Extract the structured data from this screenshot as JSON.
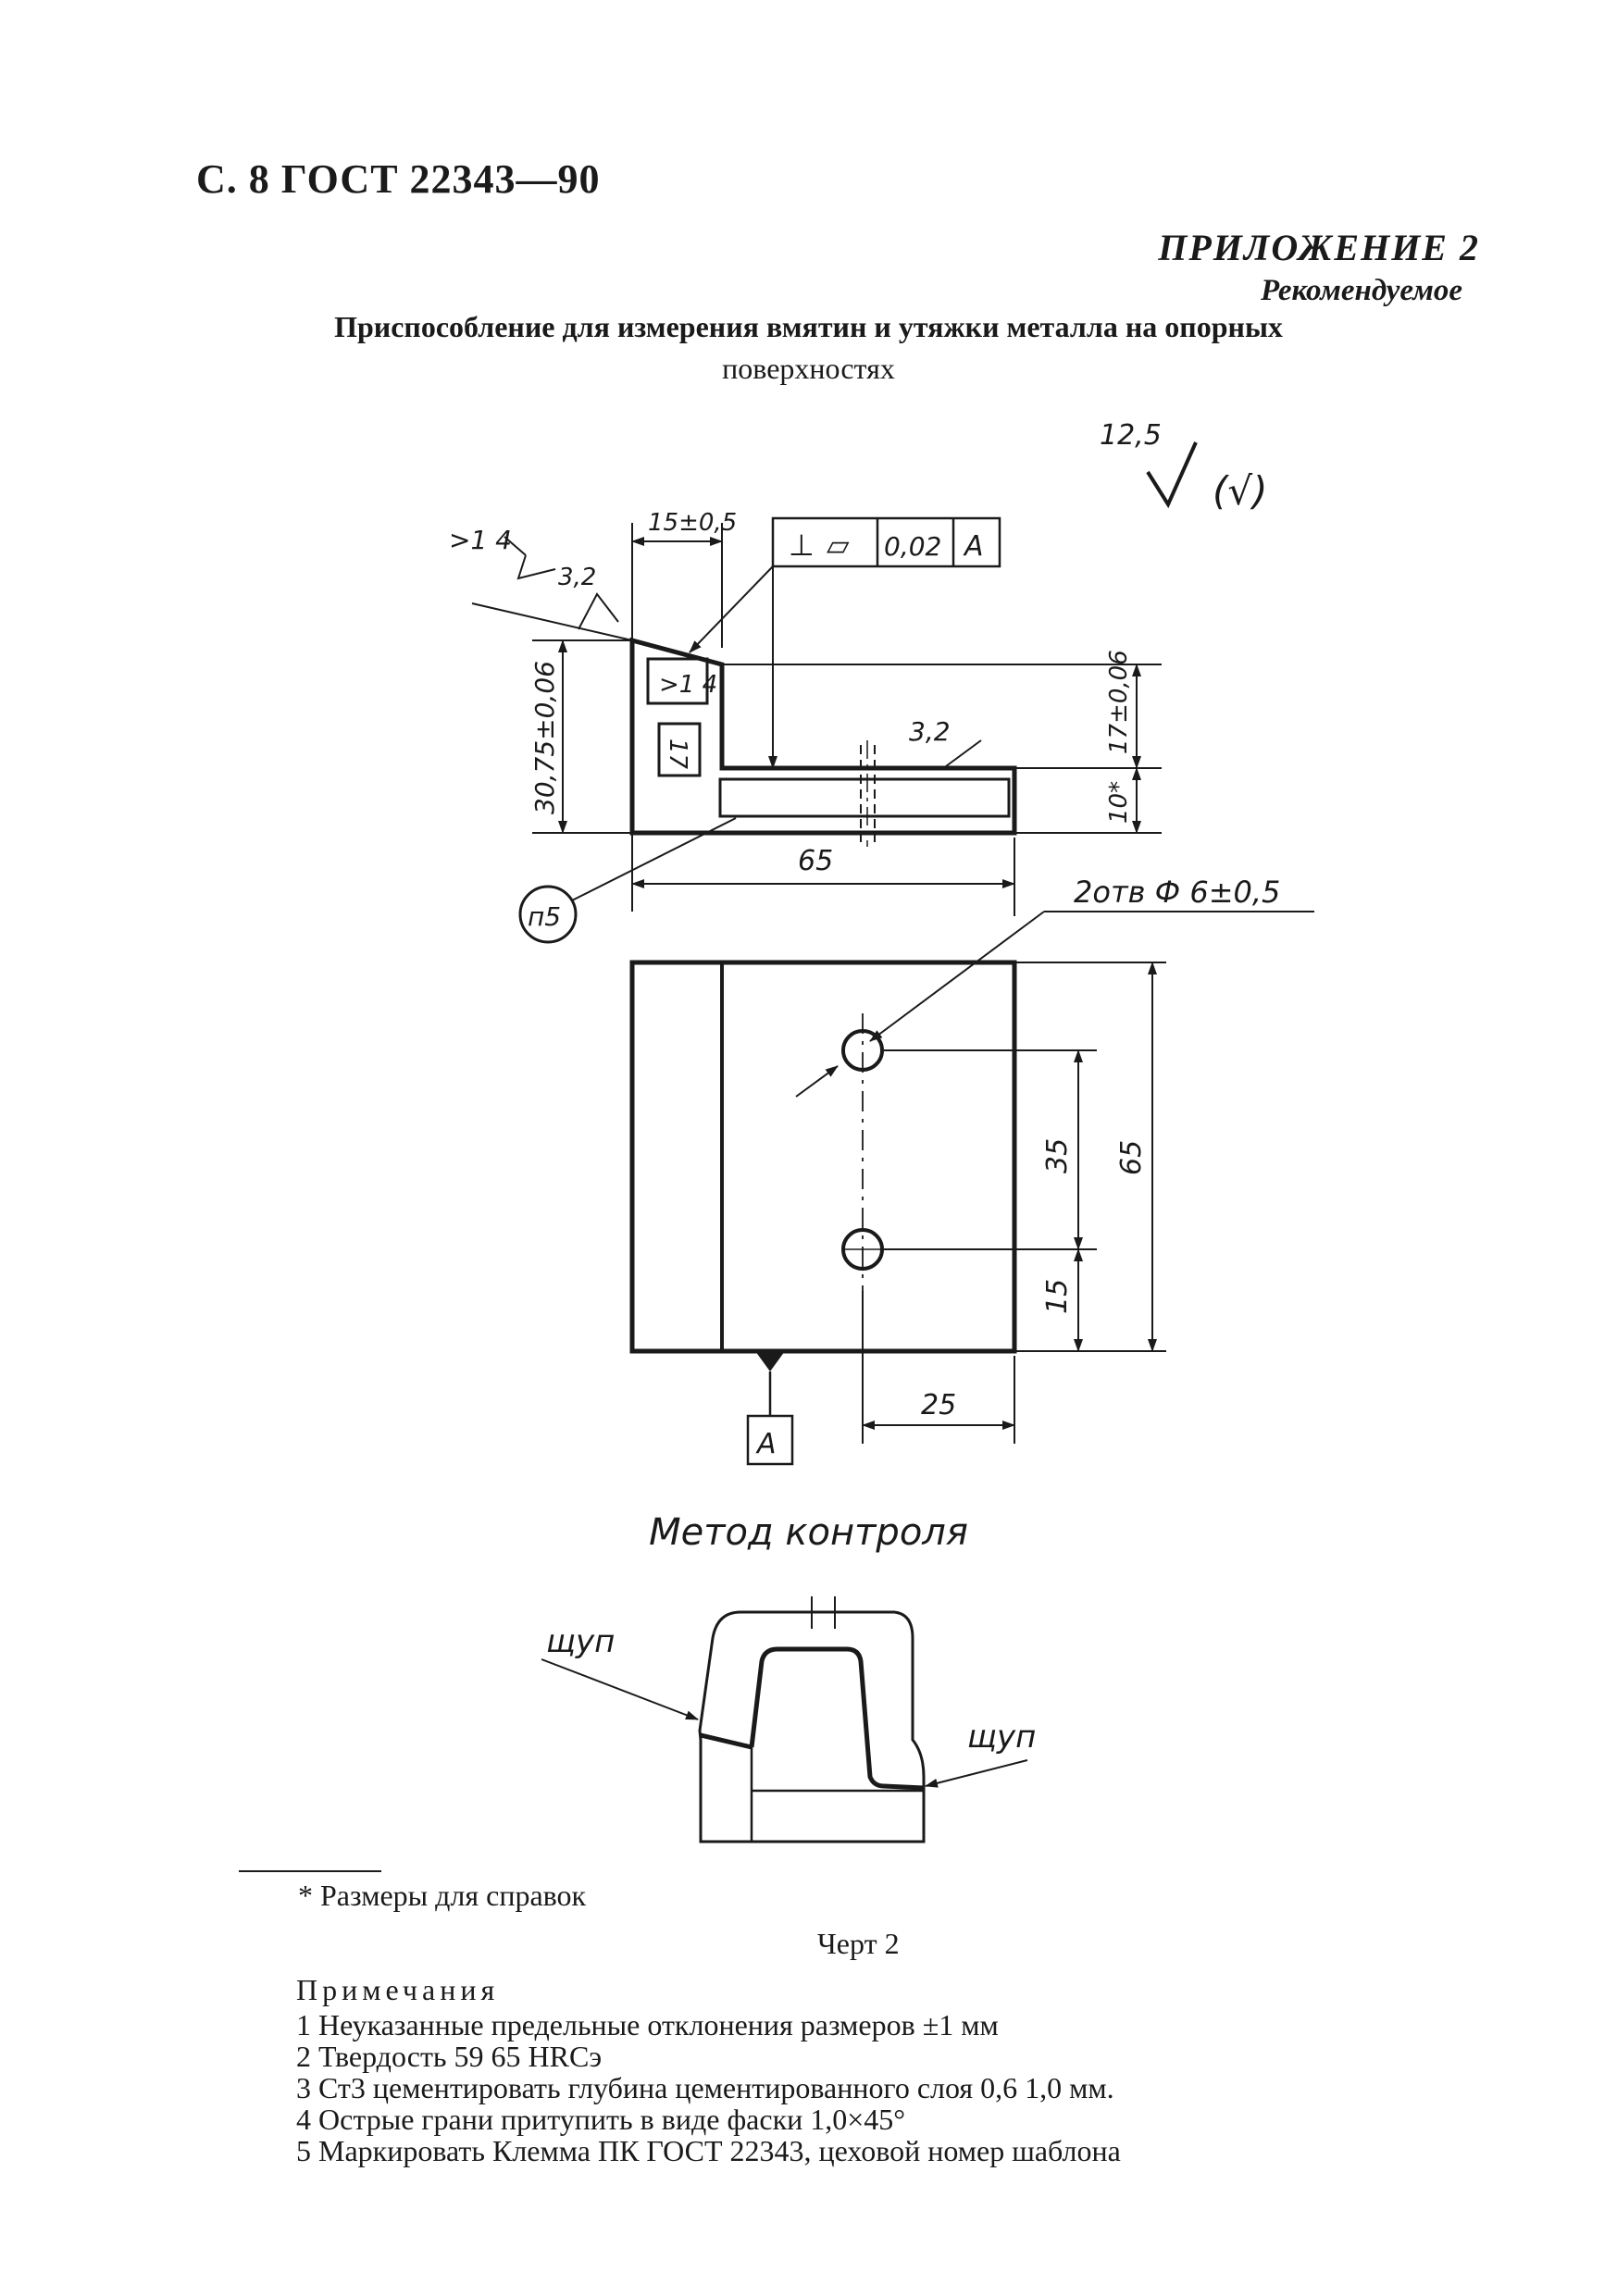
{
  "header": "С. 8 ГОСТ 22343—90",
  "appendix": {
    "title": "ПРИЛОЖЕНИЕ 2",
    "subtitle": "Рекомендуемое"
  },
  "doc_title": {
    "line1": "Приспособление для измерения вмятин и утяжки металла на опорных",
    "line2": "поверхностях"
  },
  "drawing": {
    "roughness_general": "12,5",
    "roughness_symbol": "√",
    "roughness_paren": "(√)",
    "dims": {
      "top_width": "15±0,5",
      "overall_height": "30,75±0,06",
      "step_height": "17±0,06",
      "base_thickness": "10*",
      "length": "65",
      "holes": "2отв Ф 6±0,5",
      "hole_pitch": "35",
      "hole_edge": "15",
      "plan_width": "65",
      "hole_offset": "25"
    },
    "tolerance_frame": [
      "⊥",
      "▱",
      "0,02",
      "A"
    ],
    "datum": "A",
    "roughness_labels": [
      ">1 4",
      "3,2",
      "3,2"
    ],
    "marks": {
      "t1": ">1 4",
      "t2": "17",
      "circle": "п5"
    }
  },
  "method": {
    "title": "Метод контроля",
    "probe_left": "щуп",
    "probe_right": "щуп"
  },
  "footnote": "* Размеры для справок",
  "figure": "Черт 2",
  "notes": {
    "heading": "Примечания",
    "items": [
      "1 Неуказанные предельные отклонения размеров ±1 мм",
      "2 Твердость 59     65 HRCэ",
      "3 Ст3 цементировать глубина цементированного слоя 0,6     1,0 мм.",
      "4 Острые грани притупить в виде фаски 1,0×45°",
      "5 Маркировать Клемма ПК ГОСТ 22343, цеховой номер шаблона"
    ]
  }
}
